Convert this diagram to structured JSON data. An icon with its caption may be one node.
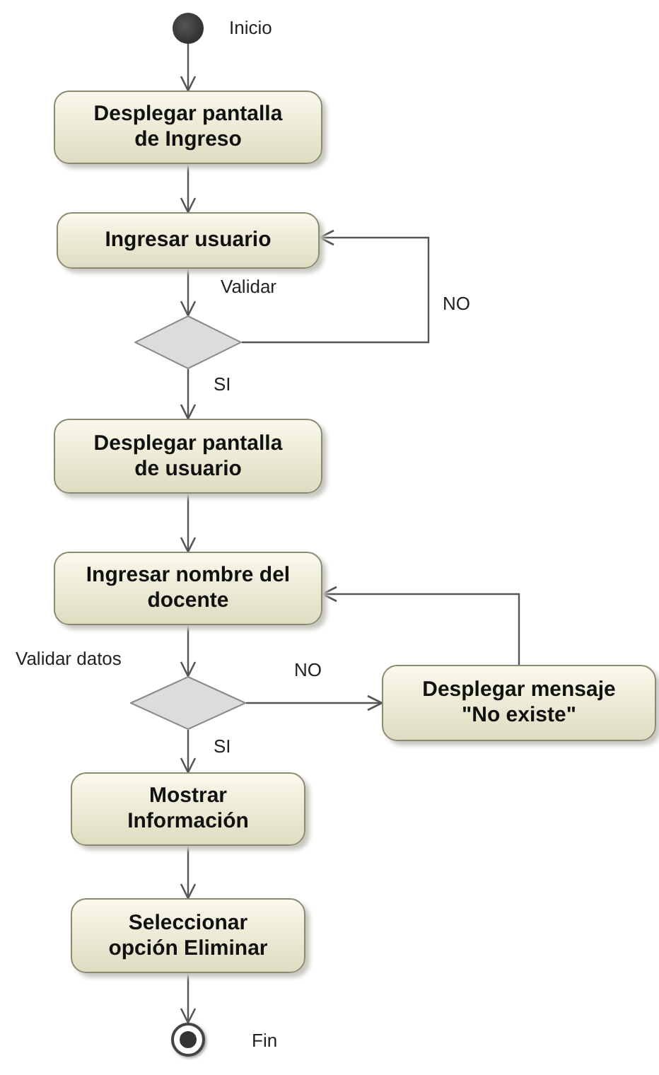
{
  "diagram": {
    "nodes": [
      {
        "text": [],
        "shape": "circle",
        "beside": [
          "Inicio"
        ]
      },
      {
        "text": [
          "Desplegar pantalla de Ingreso"
        ]
      },
      {
        "text": [
          "Ingresar usuario"
        ]
      },
      {
        "text": [],
        "shape": "diamond"
      },
      {
        "text": [
          "Desplegar pantalla de usuario"
        ]
      },
      {
        "text": [
          "Ingresar nombre del docente"
        ]
      },
      {
        "text": [],
        "shape": "diamond"
      },
      {
        "text": [
          "Desplegar mensaje \"No existe\""
        ]
      },
      {
        "text": [
          "Mostrar Información"
        ]
      },
      {
        "text": [
          "Seleccionar opción Eliminar"
        ]
      },
      {
        "text": [],
        "shape": "bullseye",
        "beside": [
          "Fin"
        ]
      }
    ],
    "edges": [
      {
        "from": 0,
        "to": 1,
        "arrow": "to"
      },
      {
        "from": 1,
        "to": 2,
        "arrow": "to"
      },
      {
        "from": 2,
        "to": 3,
        "arrow": "to",
        "label": "Validar"
      },
      {
        "from": 3,
        "to": 2,
        "arrow": "to",
        "label": "NO"
      },
      {
        "from": 3,
        "to": 4,
        "arrow": "to",
        "label": "SI"
      },
      {
        "from": 4,
        "to": 5,
        "arrow": "to"
      },
      {
        "from": 5,
        "to": 6,
        "arrow": "to",
        "label": "Validar datos"
      },
      {
        "from": 6,
        "to": 7,
        "arrow": "to",
        "label": "NO"
      },
      {
        "from": 6,
        "to": 8,
        "arrow": "to",
        "label": "SI"
      },
      {
        "from": 7,
        "to": 5,
        "arrow": "to"
      },
      {
        "from": 8,
        "to": 9,
        "arrow": "to"
      },
      {
        "from": 9,
        "to": 10,
        "arrow": "to"
      }
    ]
  }
}
